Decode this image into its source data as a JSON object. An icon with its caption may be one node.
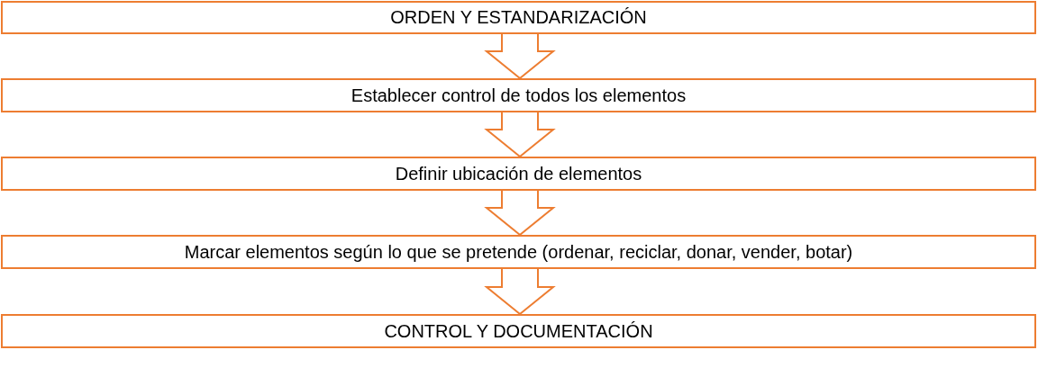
{
  "diagram": {
    "nodes": [
      {
        "text": [
          "ORDEN Y ESTANDARIZACIÓN"
        ]
      },
      {
        "text": [
          "Establecer control de todos los elementos"
        ]
      },
      {
        "text": [
          "Definir ubicación de elementos"
        ]
      },
      {
        "text": [
          "Marcar elementos según lo que se pretende (ordenar, reciclar, donar, vender, botar)"
        ]
      },
      {
        "text": [
          "CONTROL Y DOCUMENTACIÓN"
        ]
      }
    ],
    "edges": [
      {
        "from": 0,
        "to": 1,
        "arrow": "to"
      },
      {
        "from": 1,
        "to": 2,
        "arrow": "to"
      },
      {
        "from": 2,
        "to": 3,
        "arrow": "to"
      },
      {
        "from": 3,
        "to": 4,
        "arrow": "to"
      }
    ]
  }
}
